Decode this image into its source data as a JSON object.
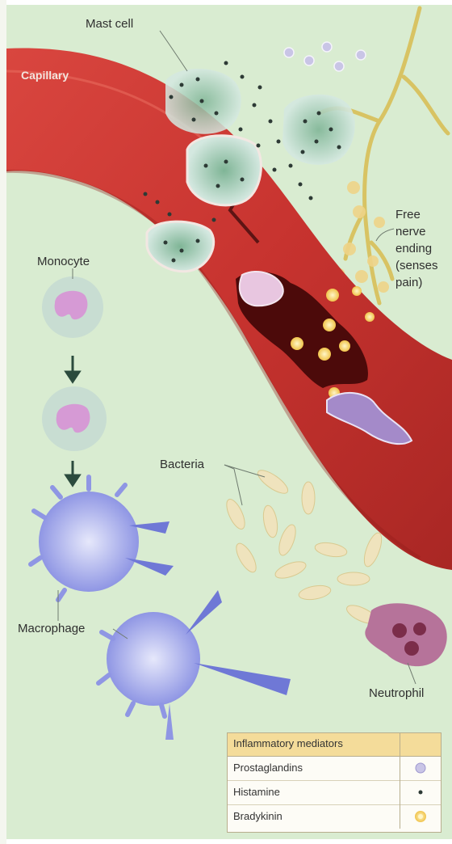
{
  "labels": {
    "mast_cell": "Mast cell",
    "capillary": "Capillary",
    "free_nerve_ending": [
      "Free",
      "nerve",
      "ending",
      "(senses",
      "pain)"
    ],
    "monocyte": "Monocyte",
    "bacteria": "Bacteria",
    "macrophage": "Macrophage",
    "neutrophil": "Neutrophil"
  },
  "legend": {
    "title": "Inflammatory mediators",
    "items": [
      {
        "label": "Prostaglandins",
        "symbol": "prostaglandin-circle",
        "color": "#c9c5e6"
      },
      {
        "label": "Histamine",
        "symbol": "histamine-dot",
        "color": "#2d3a35"
      },
      {
        "label": "Bradykinin",
        "symbol": "bradykinin-star",
        "color": "#f2cf63"
      }
    ]
  },
  "colors": {
    "background": "#d9ecd1",
    "capillary": "#c7332f",
    "capillary_dark": "#8f1d1a",
    "nerve": "#d8c363",
    "cell_green": "#8dbd9f",
    "macrophage": "#9da3ea",
    "bacteria": "#efe3bd",
    "neutrophil": "#b6739a"
  }
}
